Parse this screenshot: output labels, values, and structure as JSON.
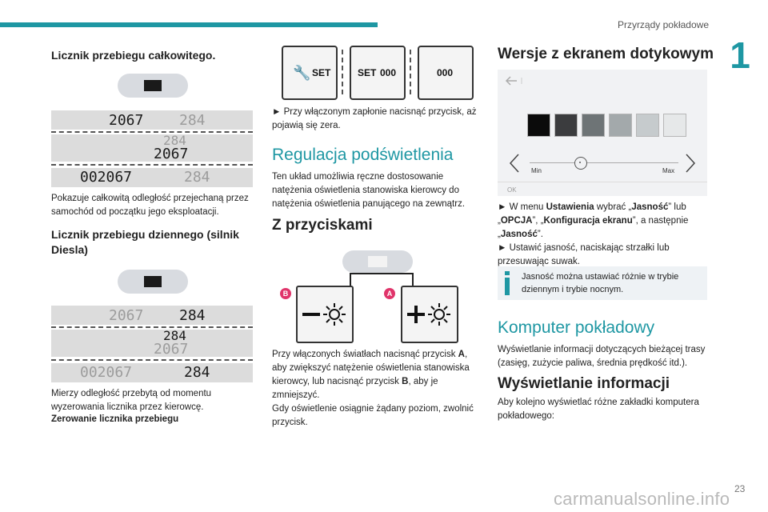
{
  "header": {
    "title": "Przyrządy pokładowe",
    "chapter": "1"
  },
  "left": {
    "h_total": "Licznik przebiegu całkowitego.",
    "lcd1": {
      "a1": "2067",
      "b1": "284",
      "a2": "284",
      "b2": "2067",
      "a3": "002067",
      "b3": "284"
    },
    "p_total": "Pokazuje całkowitą odległość przejechaną przez samochód od początku jego eksploatacji.",
    "h_trip": "Licznik przebiegu dziennego (silnik Diesla)",
    "lcd2": {
      "a1": "2067",
      "b1": "284",
      "a2": "284",
      "b2": "2067",
      "a3": "002067",
      "b3": "284"
    },
    "p_trip": "Mierzy odległość przebytą od momentu wyzerowania licznika przez kierowcę.",
    "p_reset": "Zerowanie licznika przebiegu"
  },
  "middle": {
    "btn1": "SET",
    "btn2_set": "SET",
    "btn2_val": "000",
    "btn3": "000",
    "p_reset_desc": "► Przy włączonym zapłonie nacisnąć przycisk, aż pojawią się zera.",
    "h_light": "Regulacja podświetlenia",
    "p_light": "Ten układ umożliwia ręczne dostosowanie natężenia oświetlenia stanowiska kierowcy do natężenia oświetlenia panującego na zewnątrz.",
    "h_buttons": "Z przyciskami",
    "marker_b": "B",
    "marker_a": "A",
    "p_buttons_1": "Przy włączonych światłach nacisnąć przycisk ",
    "p_buttons_1b": "A",
    "p_buttons_2": ", aby zwiększyć natężenie oświetlenia stanowiska kierowcy, lub nacisnąć przycisk ",
    "p_buttons_2b": "B",
    "p_buttons_3": ", aby je zmniejszyć.",
    "p_buttons_4": "Gdy oświetlenie osiągnie żądany poziom, zwolnić przycisk."
  },
  "right": {
    "h_touch": "Wersje z ekranem dotykowym",
    "touch": {
      "min": "Min",
      "max": "Max",
      "ok": "OK"
    },
    "swatches": [
      "#0b0b0b",
      "#3b3c3e",
      "#6e7476",
      "#a3a9ab",
      "#c6cbcd",
      "#e6e8e9"
    ],
    "i1": "► W menu ",
    "i1b": "Ustawienia",
    "i1c": " wybrać „",
    "i1d": "Jasność",
    "i1e": "” lub",
    "i2a": "„",
    "i2b": "OPCJA",
    "i2c": "”, „",
    "i2d": "Konfiguracja ekranu",
    "i2e": "”, a następnie",
    "i3a": "„",
    "i3b": "Jasność",
    "i3c": "”.",
    "i4": "► Ustawić jasność, naciskając strzałki lub przesuwając suwak.",
    "note": "Jasność można ustawiać różnie w trybie dziennym i trybie nocnym.",
    "h_computer": "Komputer pokładowy",
    "p_computer": "Wyświetlanie informacji dotyczących bieżącej trasy (zasięg, zużycie paliwa, średnia prędkość itd.).",
    "h_display": "Wyświetlanie informacji",
    "p_display": "Aby kolejno wyświetlać różne zakładki komputera pokładowego:"
  },
  "footer": {
    "url": "carmanualsonline.info",
    "page": "23"
  }
}
